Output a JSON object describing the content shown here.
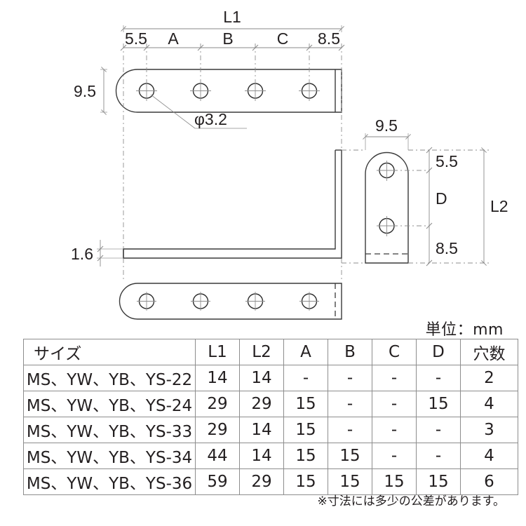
{
  "drawing": {
    "top_view": {
      "overall_label": "L1",
      "segments": [
        "5.5",
        "A",
        "B",
        "C",
        "8.5"
      ],
      "height_dim": "9.5",
      "hole_callout": "φ3.2",
      "hole_count": 4
    },
    "side_view": {
      "width_dim": "9.5",
      "overall_label": "L2",
      "segments": [
        "5.5",
        "D",
        "8.5"
      ],
      "hole_count": 2
    },
    "front_view": {
      "thickness_dim": "1.6"
    },
    "bottom_view": {
      "hole_count": 4
    }
  },
  "unit_note": "単位：mm",
  "footnote": "※寸法には多少の公差があります。",
  "table": {
    "headers": [
      "サイズ",
      "L1",
      "L2",
      "A",
      "B",
      "C",
      "D",
      "穴数"
    ],
    "rows": [
      {
        "size": "MS、YW、YB、YS-22",
        "L1": "14",
        "L2": "14",
        "A": "-",
        "B": "-",
        "C": "-",
        "D": "-",
        "holes": "2"
      },
      {
        "size": "MS、YW、YB、YS-24",
        "L1": "29",
        "L2": "29",
        "A": "15",
        "B": "-",
        "C": "-",
        "D": "15",
        "holes": "4"
      },
      {
        "size": "MS、YW、YB、YS-33",
        "L1": "29",
        "L2": "14",
        "A": "15",
        "B": "-",
        "C": "-",
        "D": "-",
        "holes": "3"
      },
      {
        "size": "MS、YW、YB、YS-34",
        "L1": "44",
        "L2": "14",
        "A": "15",
        "B": "15",
        "C": "-",
        "D": "-",
        "holes": "4"
      },
      {
        "size": "MS、YW、YB、YS-36",
        "L1": "59",
        "L2": "29",
        "A": "15",
        "B": "15",
        "C": "15",
        "D": "15",
        "holes": "6"
      }
    ]
  },
  "colors": {
    "ink": "#231f20",
    "line": "#3a3a3a",
    "thin": "#9a9a9a",
    "grid": "#b8b8b8"
  }
}
